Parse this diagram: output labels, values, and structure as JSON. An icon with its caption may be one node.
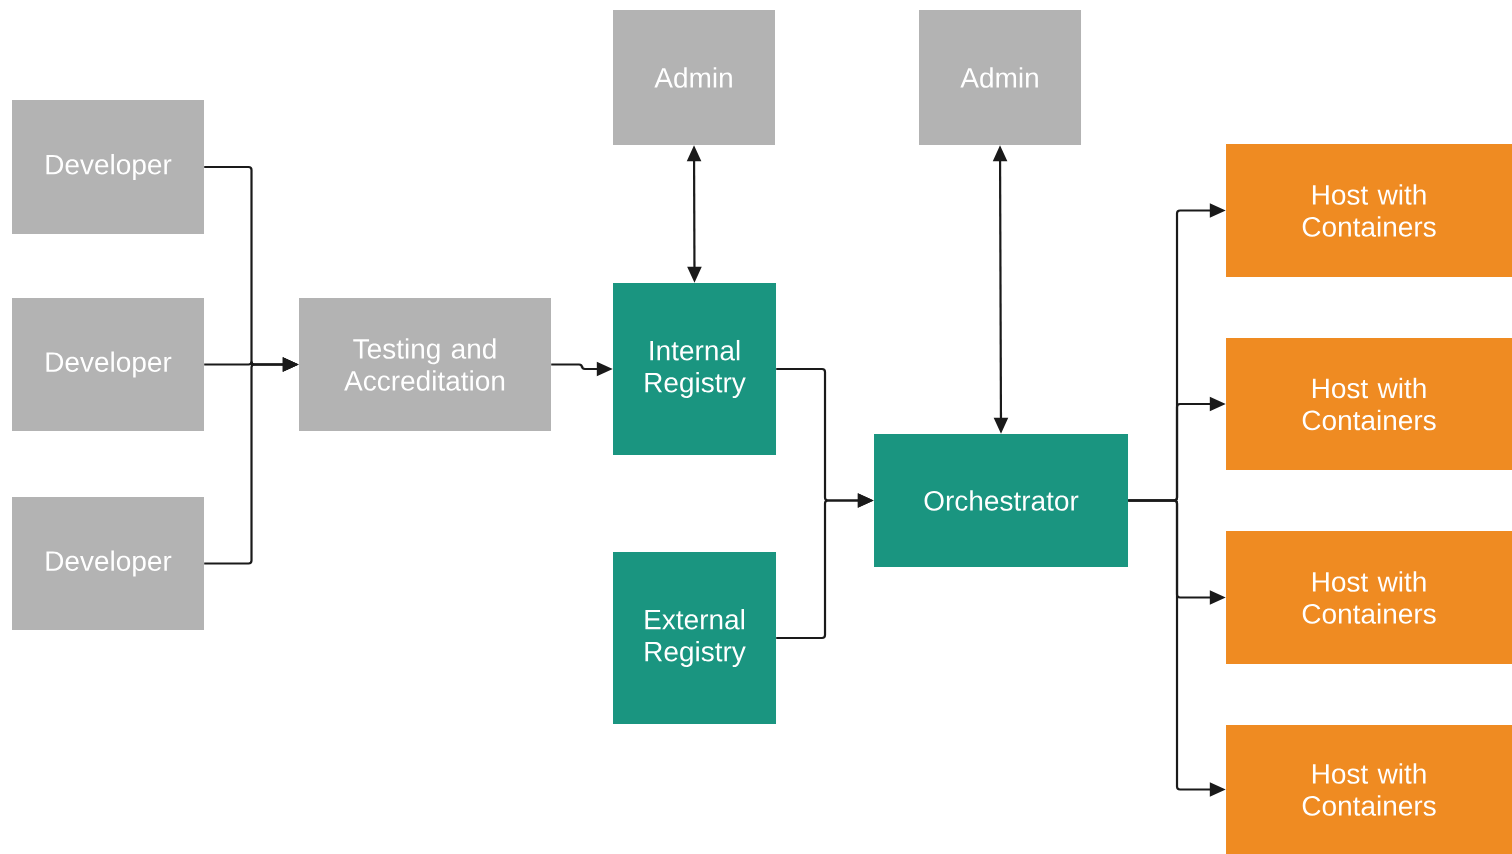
{
  "diagram": {
    "nodes": [
      {
        "text": [
          "Developer"
        ]
      },
      {
        "text": [
          "Developer"
        ]
      },
      {
        "text": [
          "Developer"
        ]
      },
      {
        "text": [
          "Testing and Accreditation"
        ]
      },
      {
        "text": [
          "Admin"
        ]
      },
      {
        "text": [
          "Internal Registry"
        ]
      },
      {
        "text": [
          "External Registry"
        ]
      },
      {
        "text": [
          "Admin"
        ]
      },
      {
        "text": [
          "Orchestrator"
        ]
      },
      {
        "text": [
          "Host with Containers"
        ]
      },
      {
        "text": [
          "Host with Containers"
        ]
      },
      {
        "text": [
          "Host with Containers"
        ]
      },
      {
        "text": [
          "Host with Containers"
        ]
      }
    ],
    "edges": [
      {
        "from": 0,
        "to": 3,
        "arrow": "to"
      },
      {
        "from": 1,
        "to": 3,
        "arrow": "to"
      },
      {
        "from": 2,
        "to": 3,
        "arrow": "to"
      },
      {
        "from": 3,
        "to": 5,
        "arrow": "to"
      },
      {
        "from": 4,
        "to": 5,
        "arrow": "both"
      },
      {
        "from": 5,
        "to": 8,
        "arrow": "to"
      },
      {
        "from": 6,
        "to": 8,
        "arrow": "to"
      },
      {
        "from": 7,
        "to": 8,
        "arrow": "both"
      },
      {
        "from": 8,
        "to": 9,
        "arrow": "to"
      },
      {
        "from": 8,
        "to": 10,
        "arrow": "to"
      },
      {
        "from": 8,
        "to": 11,
        "arrow": "to"
      },
      {
        "from": 8,
        "to": 12,
        "arrow": "to"
      }
    ]
  }
}
